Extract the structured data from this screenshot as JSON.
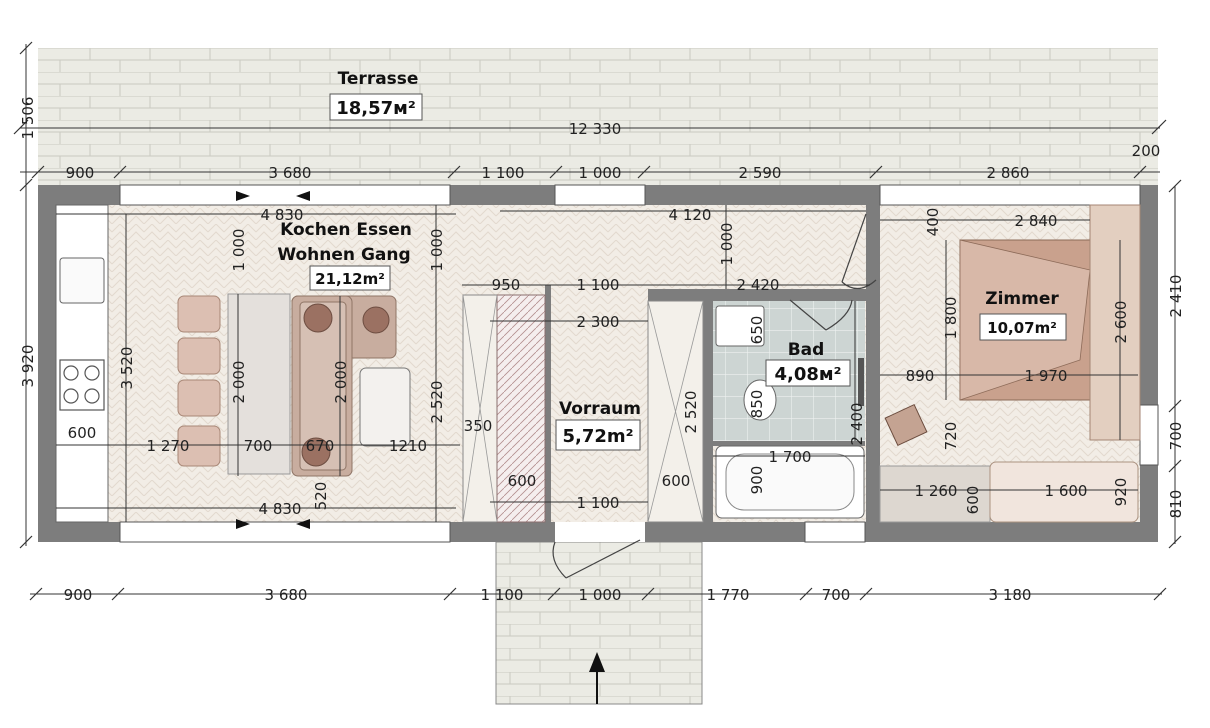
{
  "rooms": {
    "terrace": {
      "name": "Terrasse",
      "area": "18,57м²"
    },
    "living": {
      "name_line1": "Kochen Essen",
      "name_line2": "Wohnen Gang",
      "area": "21,12m²"
    },
    "hall": {
      "name": "Vorraum",
      "area": "5,72m²"
    },
    "bath": {
      "name": "Bad",
      "area": "4,08м²"
    },
    "bedroom": {
      "name": "Zimmer",
      "area": "10,07m²"
    }
  },
  "dims": {
    "top_total": "12 330",
    "terrace_depth": "1 506",
    "end_200": "200",
    "top_900": "900",
    "top_3680": "3 680",
    "top_1100": "1 100",
    "top_1000": "1 000",
    "top_2590": "2 590",
    "top_2860": "2 860",
    "bot_900": "900",
    "bot_3680": "3 680",
    "bot_1100": "1 100",
    "bot_1000": "1 000",
    "bot_1770": "1 770",
    "bot_700": "700",
    "bot_3180": "3 180",
    "left_3920": "3 920",
    "right_2410": "2 410",
    "right_700": "700",
    "right_810": "810",
    "living_4830_top": "4 830",
    "living_4830_bot": "4 830",
    "living_3520": "3 520",
    "living_1000a": "1 000",
    "living_1000b": "1 000",
    "living_2000a": "2 000",
    "living_2000b": "2 000",
    "living_2520": "2 520",
    "living_600": "600",
    "living_1270": "1 270",
    "living_700": "700",
    "living_670": "670",
    "living_1210": "1210",
    "living_520": "520",
    "corr_4120": "4 120",
    "corr_1000": "1 000",
    "hall_950": "950",
    "hall_1100": "1 100",
    "hall_2300": "2 300",
    "hall_350": "350",
    "hall_600a": "600",
    "hall_600b": "600",
    "hall_1100b": "1 100",
    "hall_2520": "2 520",
    "bath_2420": "2 420",
    "bath_650": "650",
    "bath_850": "850",
    "bath_2400": "2 400",
    "bath_1700": "1 700",
    "bath_900": "900",
    "bed_2840": "2 840",
    "bed_400": "400",
    "bed_1800": "1 800",
    "bed_2600": "2 600",
    "bed_890": "890",
    "bed_1970": "1 970",
    "bed_720": "720",
    "bed_1260": "1 260",
    "bed_1600": "1 600",
    "bed_600": "600",
    "bed_920": "920"
  },
  "colors": {
    "wall": "#7d7d7d",
    "floor_living": "#f1ebe3",
    "terrace": "#ebebe4",
    "bath_tile": "#cfd6d4",
    "bed_brown": "#c9a28c",
    "sofa": "#c5ab9c"
  }
}
